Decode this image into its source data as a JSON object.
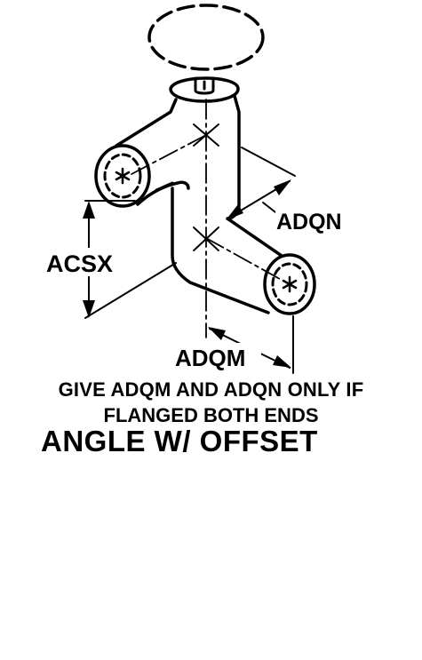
{
  "labels": {
    "dim_offset_top": "ADQN",
    "dim_vertical": "ACSX",
    "dim_offset_bottom": "ADQM"
  },
  "note_line1": "GIVE ADQM AND ADQN ONLY IF",
  "note_line2": "FLANGED BOTH ENDS",
  "title": "ANGLE W/ OFFSET"
}
